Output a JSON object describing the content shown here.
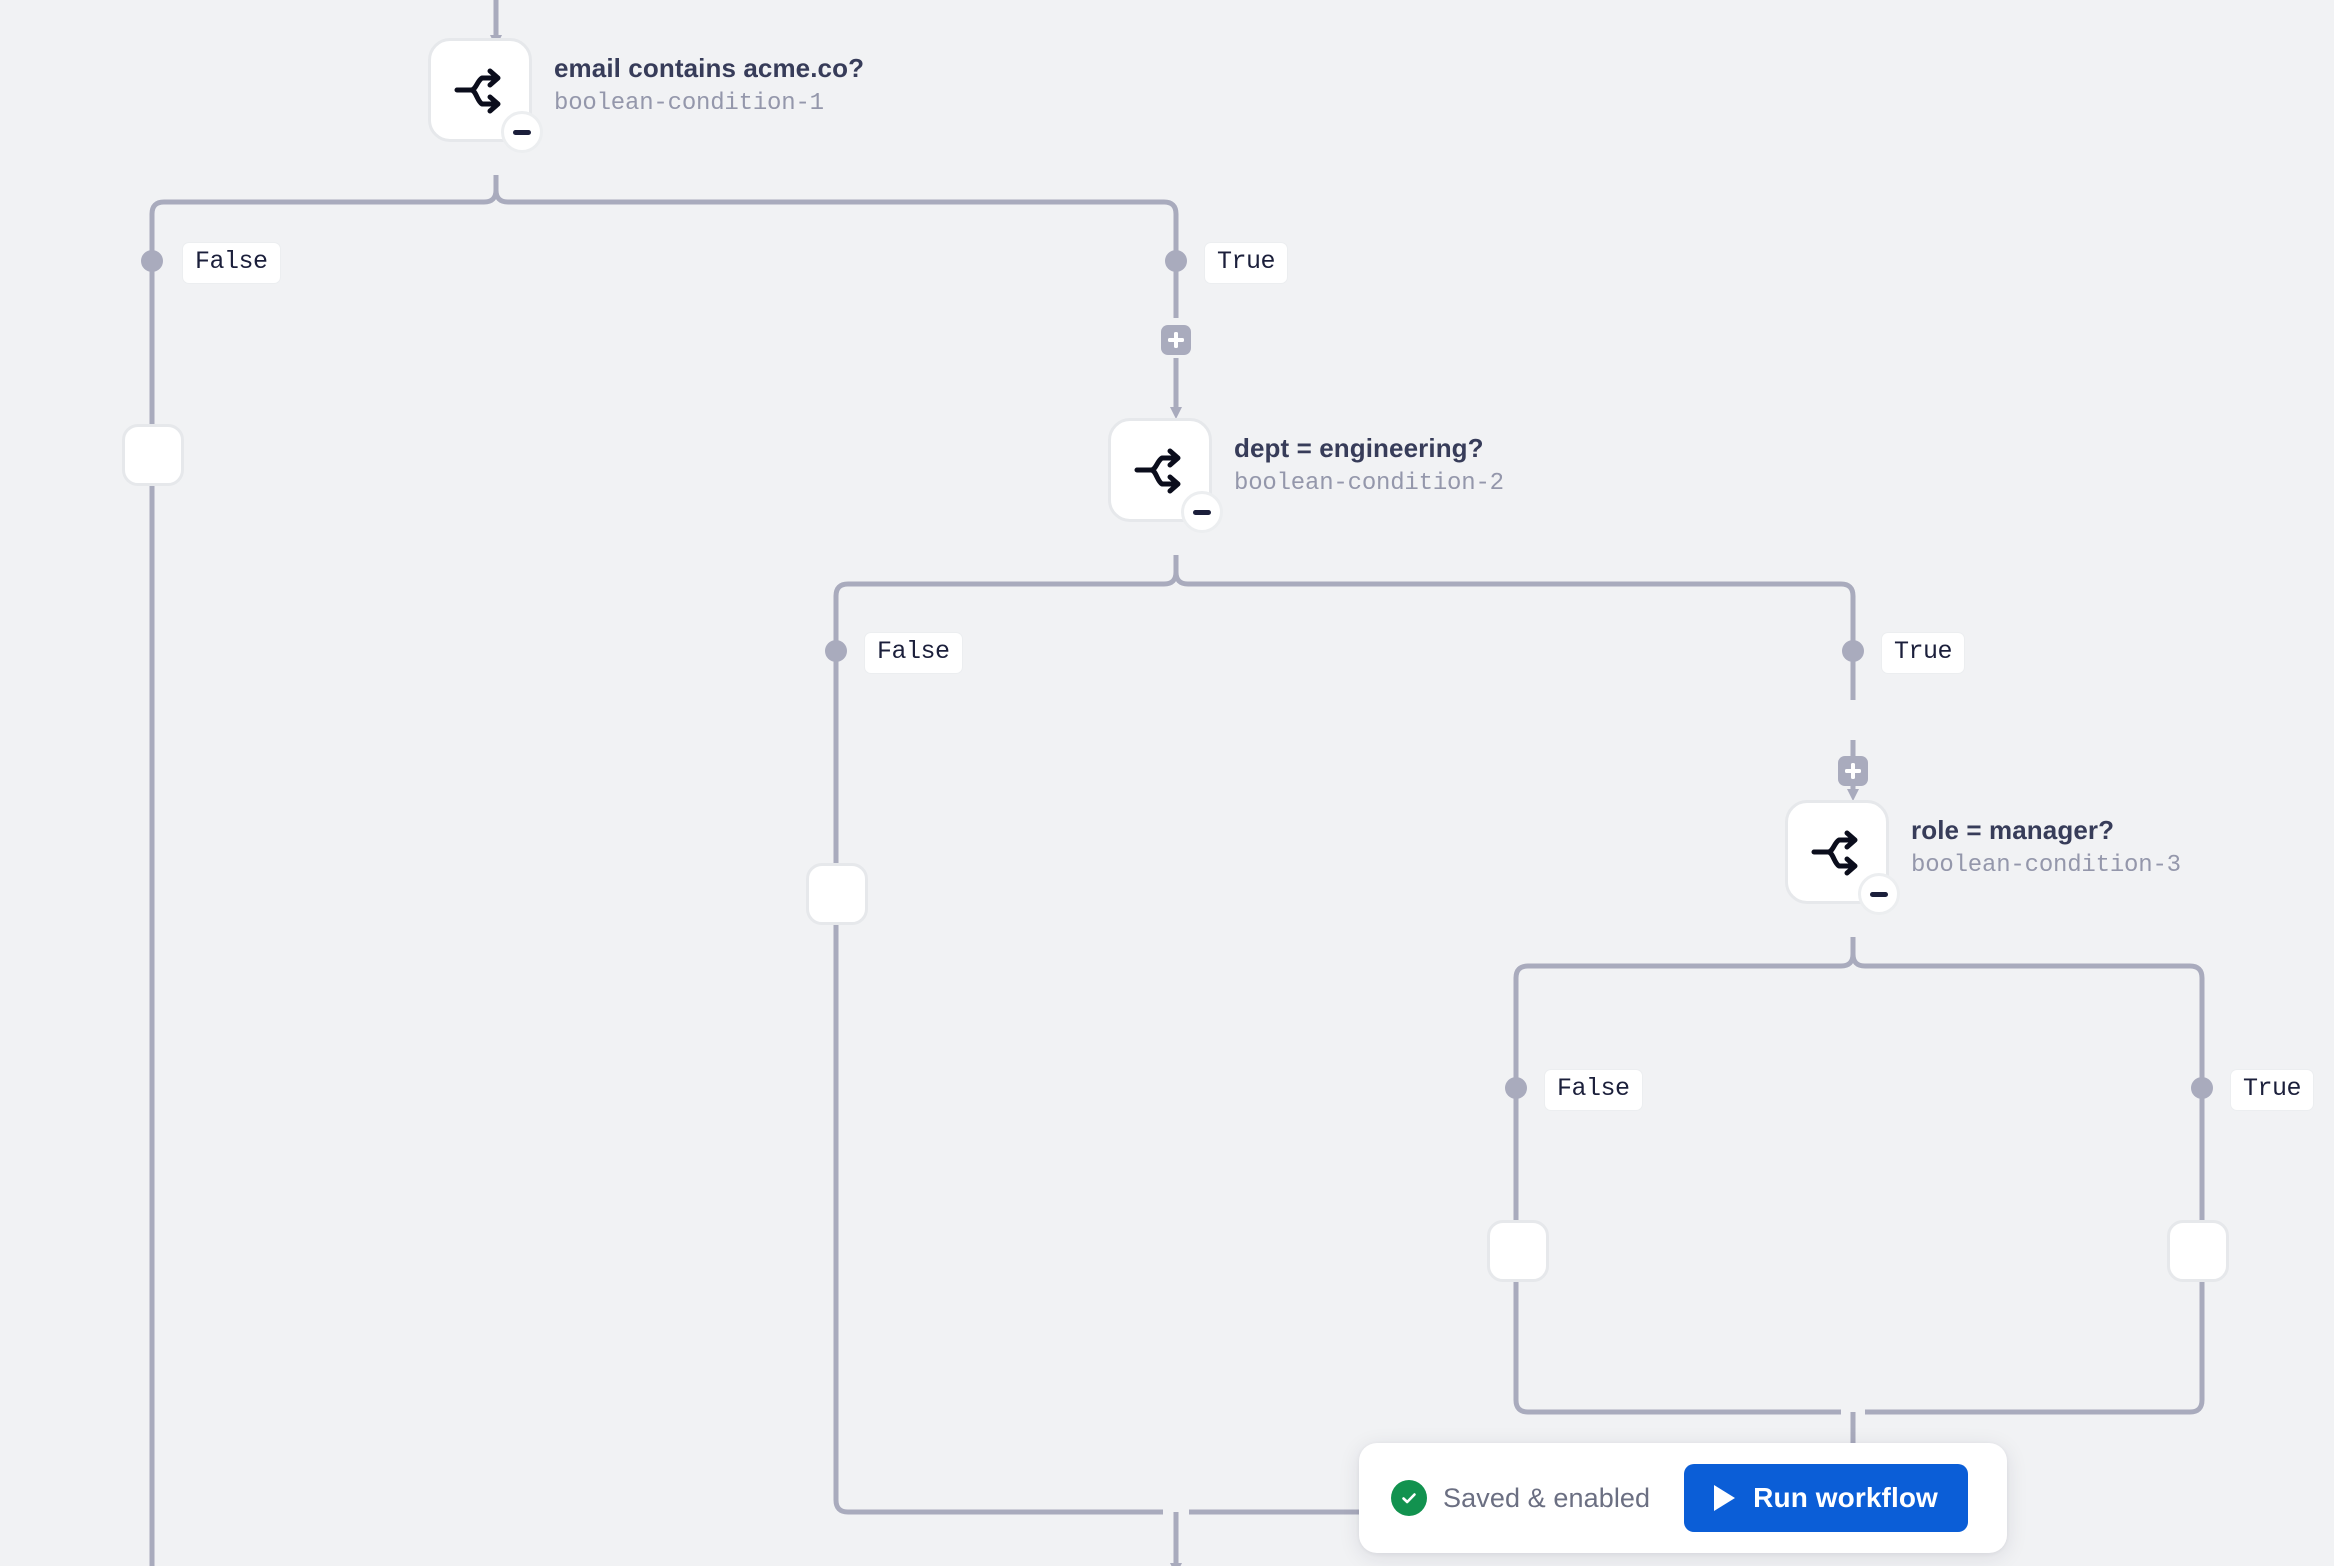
{
  "canvas": {
    "background_color": "#f1f2f4",
    "wire_color": "#a9abbd",
    "node_border_color": "#e6e8eb"
  },
  "nodes": [
    {
      "id": "boolean-condition-1",
      "title": "email contains acme.co?",
      "subtitle": "boolean-condition-1",
      "icon": "branch-split-icon",
      "collapse_icon": "minus-icon",
      "branches": [
        {
          "label": "False",
          "side": "left"
        },
        {
          "label": "True",
          "side": "right"
        }
      ]
    },
    {
      "id": "boolean-condition-2",
      "title": "dept = engineering?",
      "subtitle": "boolean-condition-2",
      "icon": "branch-split-icon",
      "collapse_icon": "minus-icon",
      "branches": [
        {
          "label": "False",
          "side": "left"
        },
        {
          "label": "True",
          "side": "right"
        }
      ]
    },
    {
      "id": "boolean-condition-3",
      "title": "role = manager?",
      "subtitle": "boolean-condition-3",
      "icon": "branch-split-icon",
      "collapse_icon": "minus-icon",
      "branches": [
        {
          "label": "False",
          "side": "left"
        },
        {
          "label": "True",
          "side": "right"
        }
      ]
    }
  ],
  "add_buttons": [
    {
      "name": "add-step-true-branch-1",
      "icon": "plus-icon"
    },
    {
      "name": "add-step-true-branch-2",
      "icon": "plus-icon"
    }
  ],
  "empty_nodes": [
    {
      "name": "empty-step-false-branch-1"
    },
    {
      "name": "empty-step-false-branch-2"
    },
    {
      "name": "empty-step-false-branch-3"
    },
    {
      "name": "empty-step-true-branch-3"
    }
  ],
  "toolbar": {
    "status_icon": "check-circle-icon",
    "status_text": "Saved & enabled",
    "run_icon": "play-icon",
    "run_label": "Run workflow",
    "accent_color": "#0b5ed7",
    "status_color": "#12924f"
  }
}
